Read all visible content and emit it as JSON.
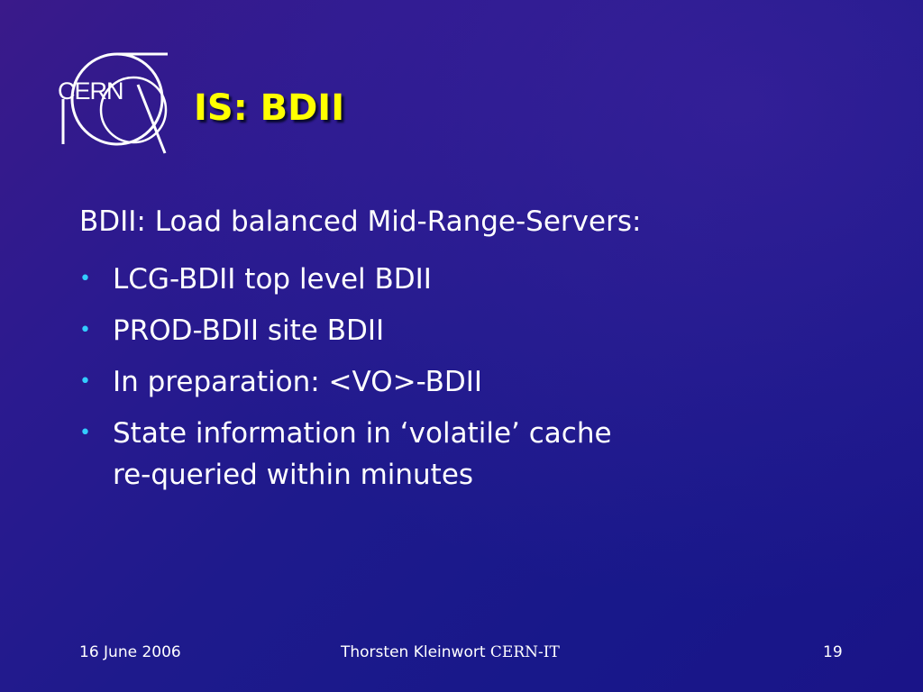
{
  "logo": {
    "text": "CERN"
  },
  "title": "IS: BDII",
  "heading": "BDII: Load balanced Mid-Range-Servers:",
  "bullets": [
    {
      "line1": "LCG-BDII top level BDII",
      "line2": ""
    },
    {
      "line1": "PROD-BDII site BDII",
      "line2": ""
    },
    {
      "line1": "In preparation: <VO>-BDII",
      "line2": ""
    },
    {
      "line1": "State information in ‘volatile’ cache",
      "line2": "re-queried within minutes"
    }
  ],
  "bullet_symbol": "•",
  "footer": {
    "date": "16 June 2006",
    "author": "Thorsten Kleinwort",
    "department": "CERN-IT",
    "page": "19"
  },
  "colors": {
    "title": "#ffff00",
    "bullet": "#33ccff",
    "text": "#ffffff"
  }
}
